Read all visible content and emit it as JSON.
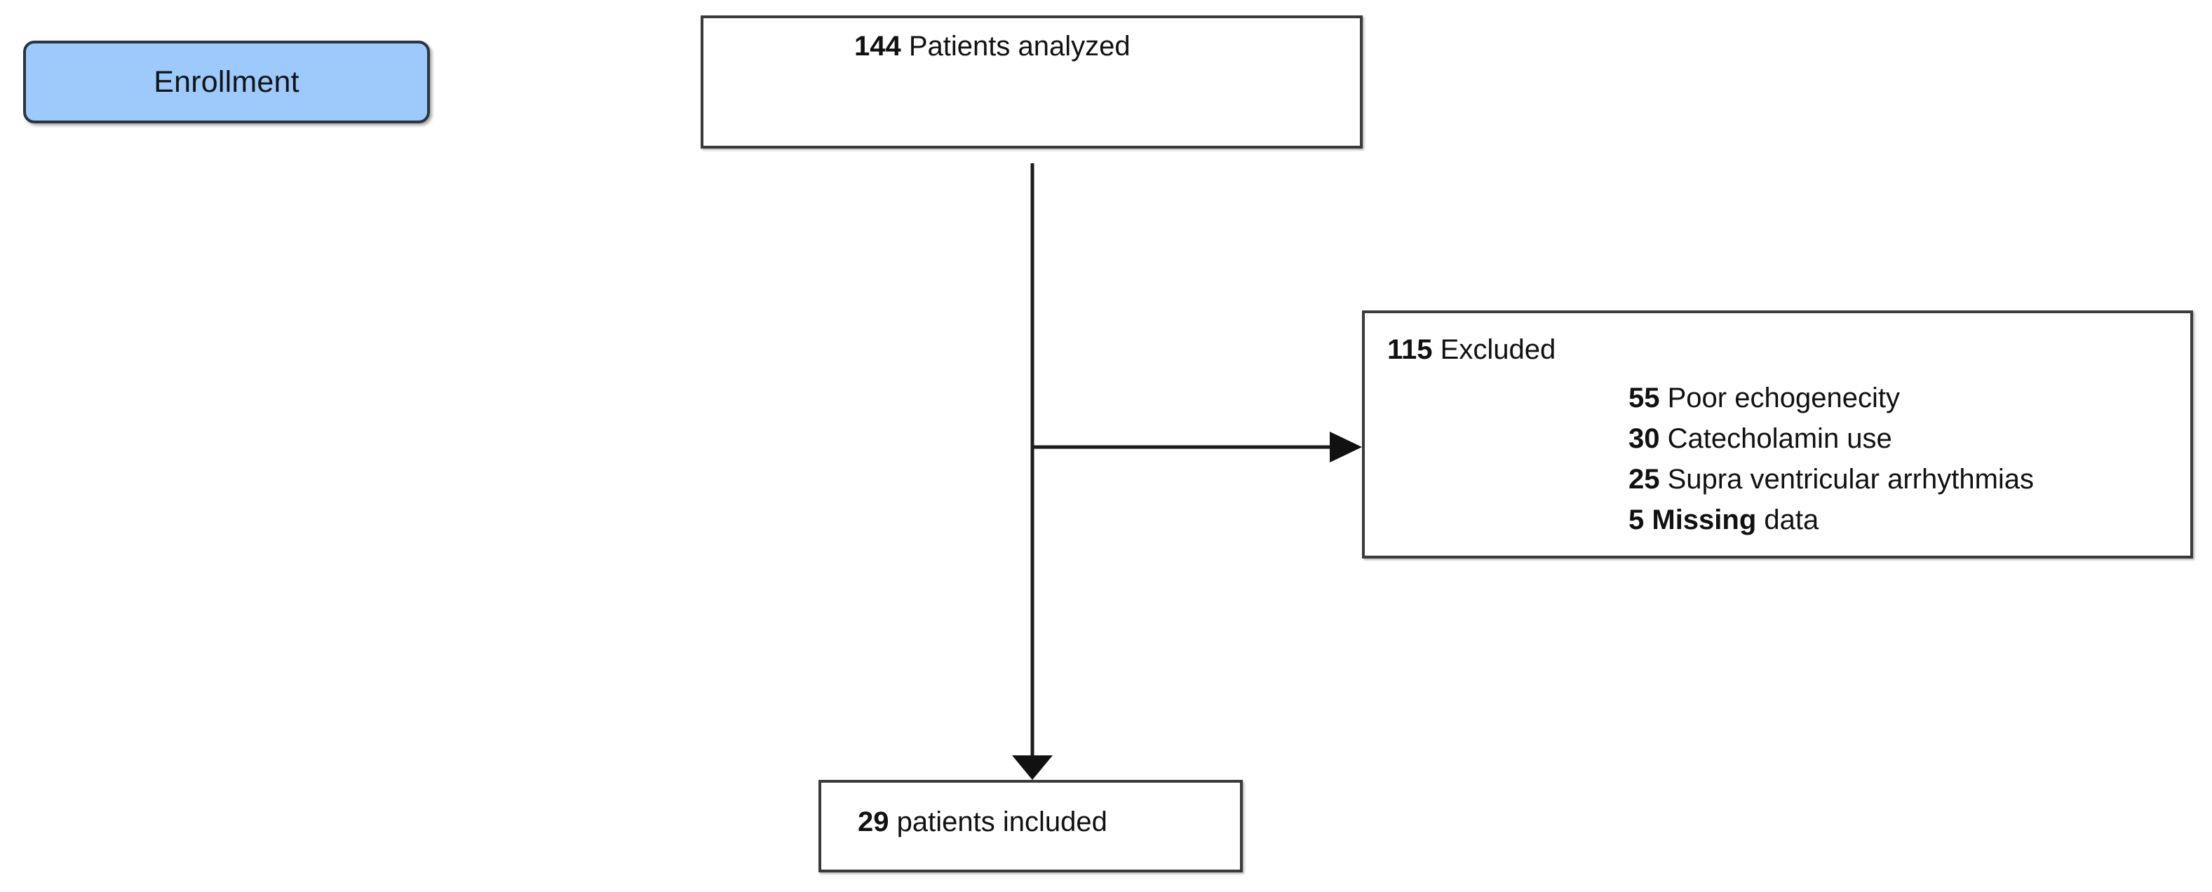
{
  "diagram": {
    "type": "consort-flow-diagram",
    "stages": [
      {
        "id": "enrollment",
        "label": "Enrollment",
        "fill_color": "#9DC9FB",
        "border_color": "#2b3440"
      }
    ],
    "boxes": {
      "analyzed": {
        "count": "144",
        "label": " Patients analyzed"
      },
      "excluded": {
        "count": "115",
        "label": " Excluded",
        "reasons": [
          {
            "count": "55",
            "label": " Poor echogenecity",
            "label_bold": "",
            "label_tail": ""
          },
          {
            "count": "30",
            "label": " Catecholamin use",
            "label_bold": "",
            "label_tail": ""
          },
          {
            "count": "25",
            "label": " Supra ventricular arrhythmias",
            "label_bold": "",
            "label_tail": ""
          },
          {
            "count": "5",
            "label": " ",
            "label_bold": "Missing",
            "label_tail": " data"
          }
        ]
      },
      "included": {
        "count": "29",
        "label": " patients included"
      }
    },
    "connectors": [
      {
        "id": "analyzed-to-included",
        "kind": "vertical-arrow"
      },
      {
        "id": "analyzed-to-excluded",
        "kind": "horizontal-arrow"
      }
    ]
  }
}
